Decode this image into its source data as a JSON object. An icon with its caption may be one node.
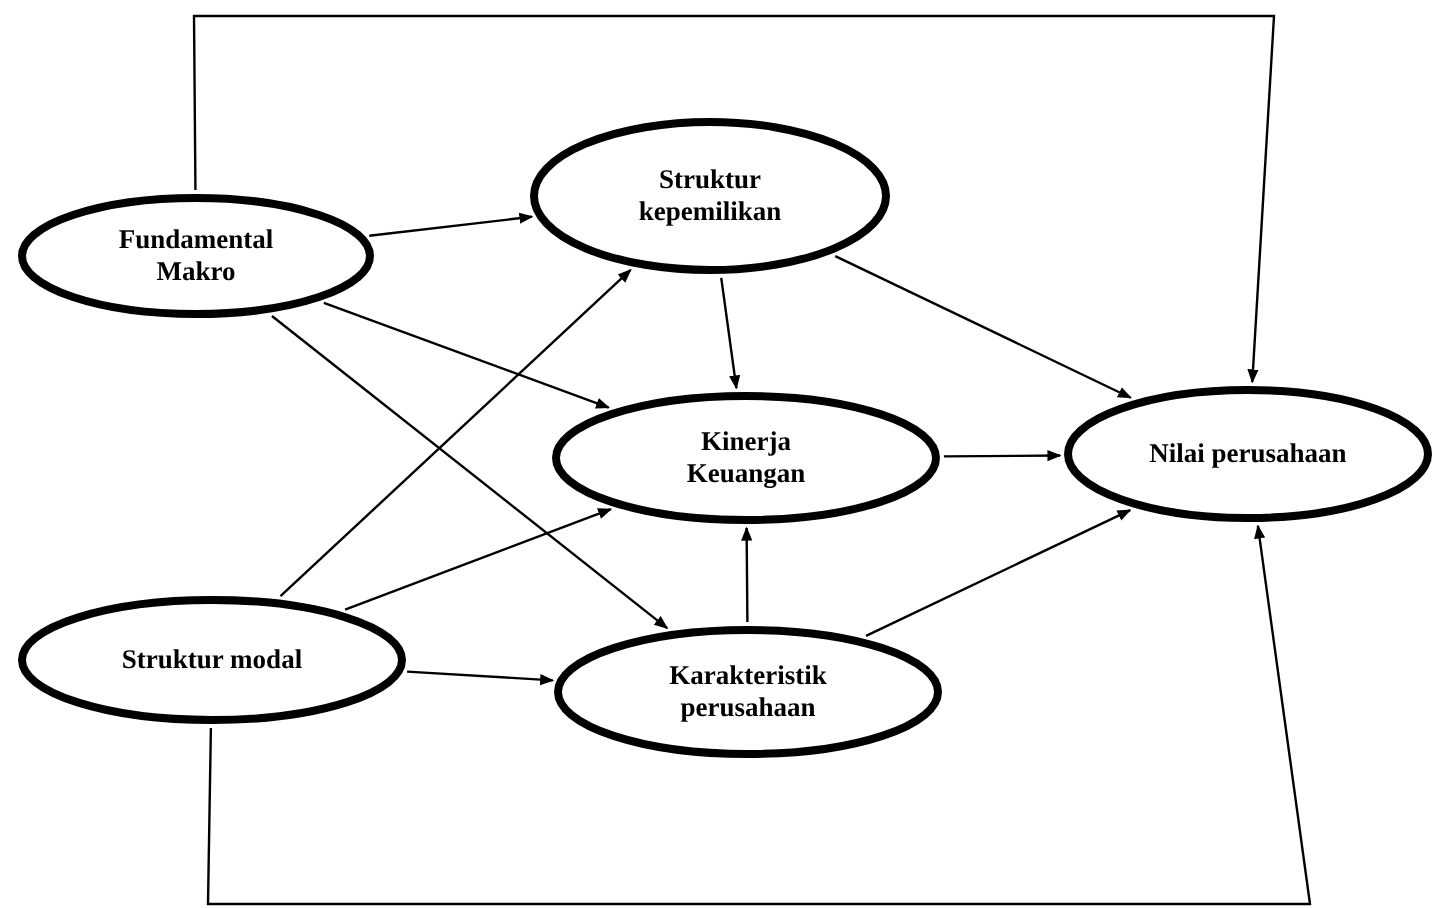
{
  "diagram": {
    "nodes": [
      {
        "text": [
          "Fundamental Makro"
        ]
      },
      {
        "text": [
          "Struktur kepemilikan"
        ]
      },
      {
        "text": [
          "Kinerja Keuangan"
        ]
      },
      {
        "text": [
          "Nilai perusahaan"
        ]
      },
      {
        "text": [
          "Struktur modal"
        ]
      },
      {
        "text": [
          "Karakteristik perusahaan"
        ]
      }
    ],
    "edges": [
      {
        "from": 0,
        "to": 1,
        "arrow": "to"
      },
      {
        "from": 0,
        "to": 2,
        "arrow": "to"
      },
      {
        "from": 0,
        "to": 5,
        "arrow": "to"
      },
      {
        "from": 0,
        "to": 3,
        "arrow": "to"
      },
      {
        "from": 4,
        "to": 1,
        "arrow": "to"
      },
      {
        "from": 4,
        "to": 2,
        "arrow": "to"
      },
      {
        "from": 4,
        "to": 5,
        "arrow": "to"
      },
      {
        "from": 4,
        "to": 3,
        "arrow": "to"
      },
      {
        "from": 1,
        "to": 2,
        "arrow": "to"
      },
      {
        "from": 1,
        "to": 3,
        "arrow": "to"
      },
      {
        "from": 2,
        "to": 3,
        "arrow": "to"
      },
      {
        "from": 5,
        "to": 2,
        "arrow": "to"
      },
      {
        "from": 5,
        "to": 3,
        "arrow": "to"
      }
    ]
  }
}
